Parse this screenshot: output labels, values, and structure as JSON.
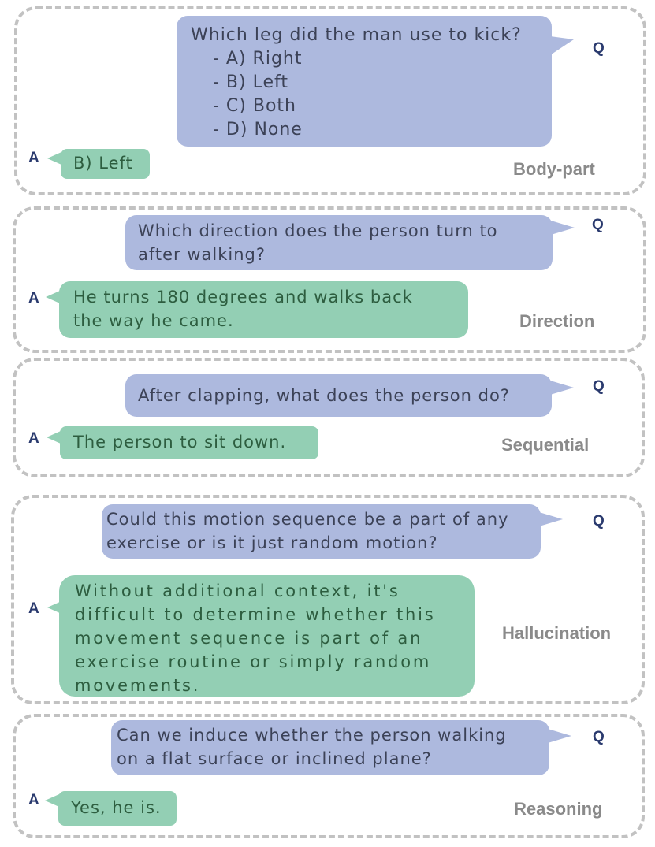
{
  "markers": {
    "question": "Q",
    "answer": "A"
  },
  "colors": {
    "question_bubble": "#adb9de",
    "answer_bubble": "#93cfb4",
    "marker": "#2a3a6e",
    "category": "#8a8a8a",
    "panel_border": "#c2c2c2"
  },
  "panels": [
    {
      "category": "Body-part",
      "question_lines": [
        "Which leg did the man use to kick?",
        "- A) Right",
        "- B) Left",
        "- C) Both",
        "- D) None"
      ],
      "answer_lines": [
        "B) Left"
      ]
    },
    {
      "category": "Direction",
      "question_lines": [
        "Which direction does the person turn to",
        "after walking?"
      ],
      "answer_lines": [
        "He turns 180 degrees and walks back",
        "the way he came."
      ]
    },
    {
      "category": "Sequential",
      "question_lines": [
        "After clapping, what does the person do?"
      ],
      "answer_lines": [
        "The person to sit down."
      ]
    },
    {
      "category": "Hallucination",
      "question_lines": [
        "Could this motion sequence be a part of any",
        "exercise or is it just random motion?"
      ],
      "answer_lines": [
        "Without additional context, it's",
        "difficult to determine whether this",
        "movement sequence is part of an",
        "exercise routine or simply random",
        "movements."
      ]
    },
    {
      "category": "Reasoning",
      "question_lines": [
        "Can we induce whether the person walking",
        "on a flat surface or inclined plane?"
      ],
      "answer_lines": [
        "Yes, he is."
      ]
    }
  ]
}
